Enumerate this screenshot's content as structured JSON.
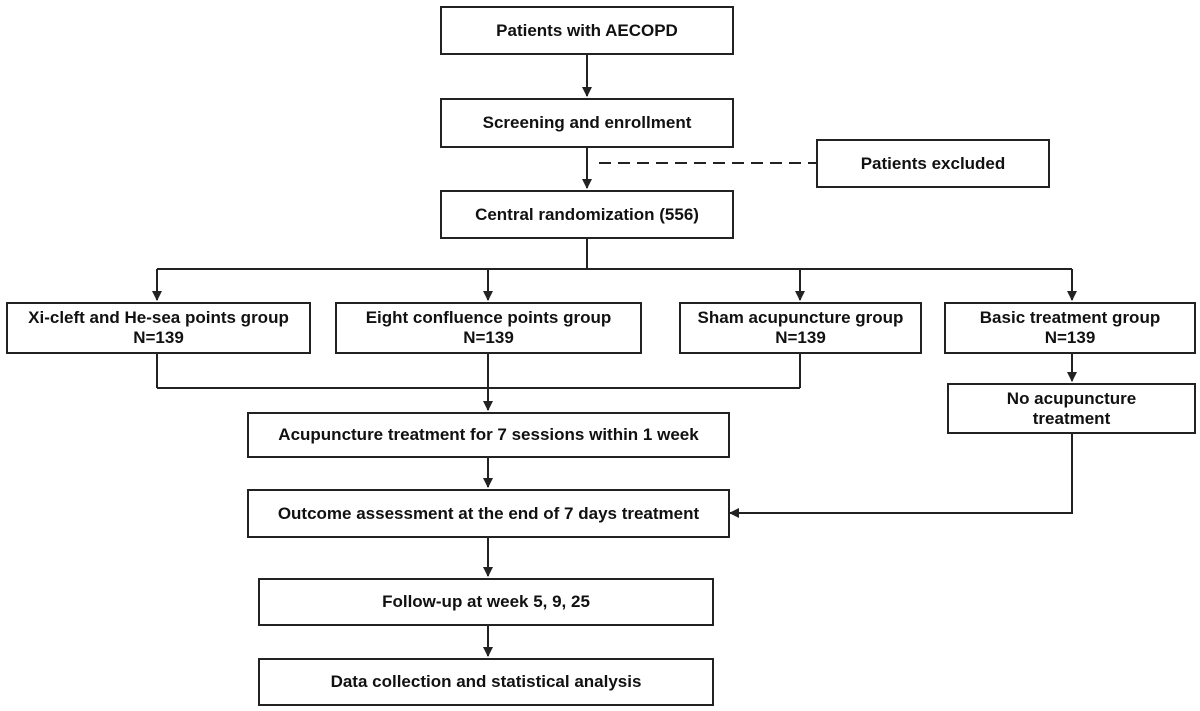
{
  "nodes": {
    "patients": "Patients with AECOPD",
    "screening": "Screening and enrollment",
    "excluded": "Patients excluded",
    "randomization": "Central randomization (556)",
    "group_xi": {
      "title": "Xi-cleft and He-sea points group",
      "n": "N=139"
    },
    "group_eight": {
      "title": "Eight confluence points group",
      "n": "N=139"
    },
    "group_sham": {
      "title": "Sham acupuncture group",
      "n": "N=139"
    },
    "group_basic": {
      "title": "Basic treatment group",
      "n": "N=139"
    },
    "no_acupuncture": {
      "line1": "No acupuncture",
      "line2": "treatment"
    },
    "acupuncture": "Acupuncture treatment for 7 sessions within 1 week",
    "outcome": "Outcome assessment at the end of 7 days treatment",
    "followup": "Follow-up at week 5, 9, 25",
    "analysis": "Data collection and statistical analysis"
  },
  "colors": {
    "line": "#222222",
    "box_border": "#222222",
    "background": "#ffffff"
  }
}
